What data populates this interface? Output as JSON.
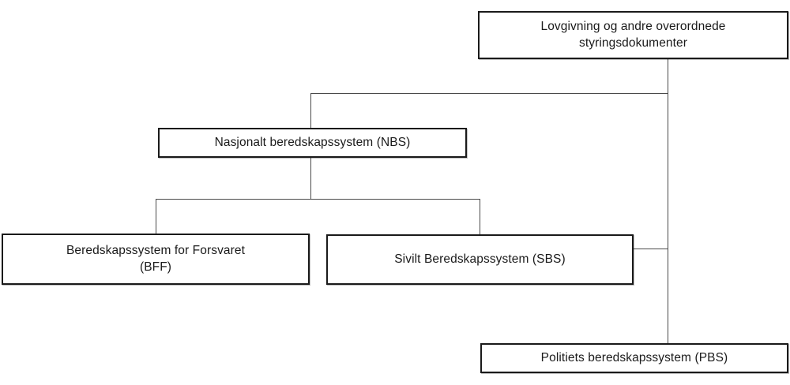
{
  "diagram": {
    "background_color": "#ffffff",
    "box_border_color": "#1a1a1a",
    "connector_color": "#4a4a4a",
    "text_color": "#1a1a1a",
    "nodes": {
      "governing": {
        "label": "Lovgivning og andre overordnede\nstyringsdokumenter"
      },
      "nbs": {
        "label": "Nasjonalt beredskapssystem (NBS)"
      },
      "bff": {
        "label": "Beredskapssystem for Forsvaret\n(BFF)"
      },
      "sbs": {
        "label": "Sivilt Beredskapssystem (SBS)"
      },
      "pbs": {
        "label": "Politiets beredskapssystem (PBS)"
      }
    }
  }
}
